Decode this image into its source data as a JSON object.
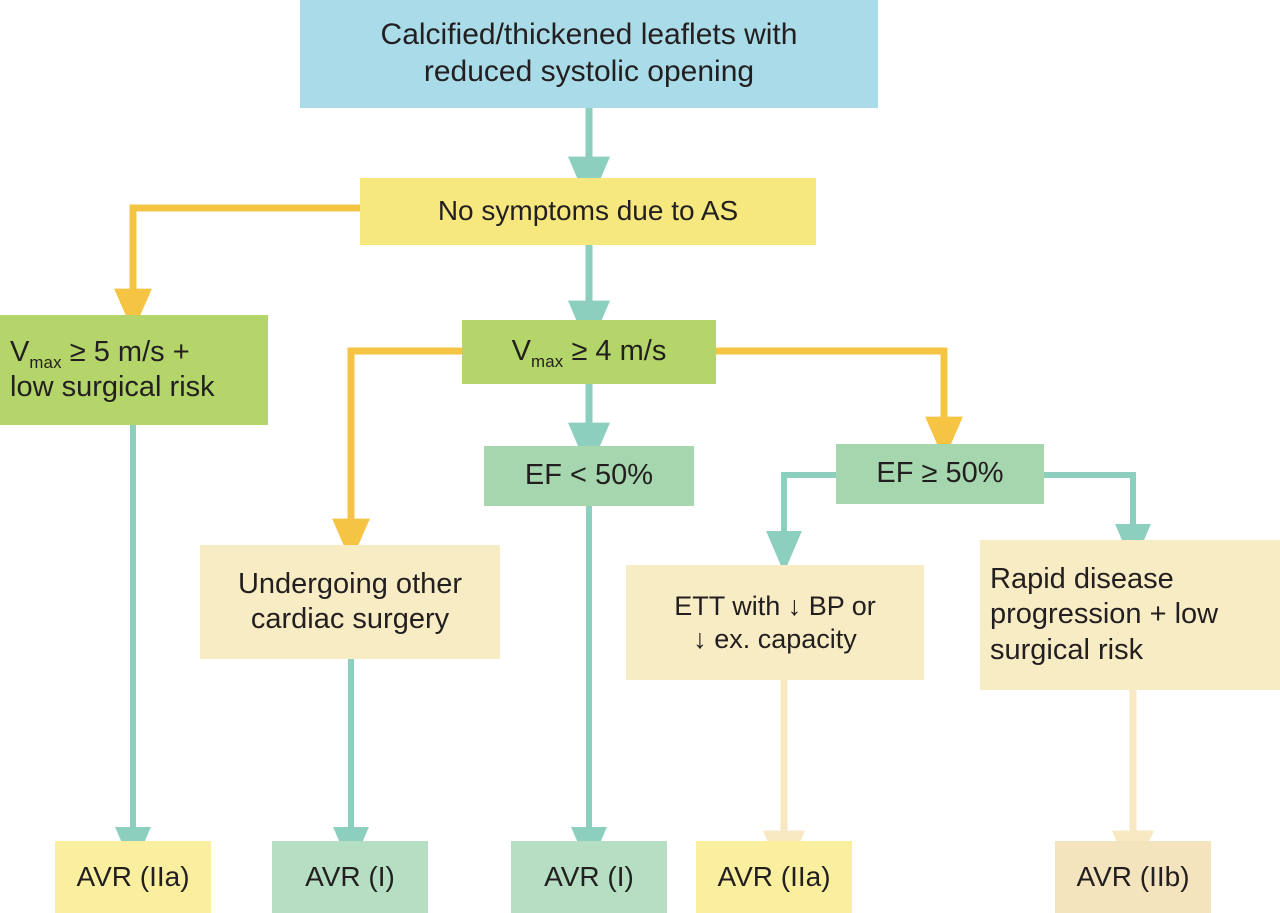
{
  "diagram": {
    "title": "Aortic stenosis management decision flowchart",
    "colors": {
      "blue": "#a9dbe8",
      "yellow": "#f6e87f",
      "green": "#b3d569",
      "mint": "#a5d6ae",
      "cream": "#f8ecc4",
      "pale_yellow": "#f9ef9e",
      "mint_light": "#b5dec2",
      "cream_dark": "#f3e4bd",
      "arrow_teal": "#8ccfbe",
      "arrow_yellow": "#f5c council",
      "arrow_gold": "#f4c githubl",
      "arrow_pale": "#f9eccb",
      "text": "#231f20"
    }
  },
  "nodes": {
    "root": {
      "label": "Calcified/thickened leaflets with\nreduced systolic opening"
    },
    "no_symptoms": {
      "label": "No symptoms due to AS"
    },
    "vmax5": {
      "label_pre": "V",
      "label_sub": "max",
      "label_post": " ≥ 5 m/s +\nlow surgical risk"
    },
    "vmax4": {
      "label_pre": "V",
      "label_sub": "max",
      "label_post": " ≥ 4 m/s"
    },
    "ef_low": {
      "label": "EF < 50%"
    },
    "ef_high": {
      "label": "EF ≥ 50%"
    },
    "other_surgery": {
      "label": "Undergoing other\ncardiac surgery"
    },
    "ett": {
      "label": "ETT with ↓ BP or\n↓ ex. capacity"
    },
    "rapid": {
      "label": "Rapid disease\nprogression + low\nsurgical risk"
    },
    "avr_1": {
      "label": "AVR (IIa)"
    },
    "avr_2": {
      "label": "AVR (I)"
    },
    "avr_3": {
      "label": "AVR (I)"
    },
    "avr_4": {
      "label": "AVR (IIa)"
    },
    "avr_5": {
      "label": "AVR (IIb)"
    }
  }
}
